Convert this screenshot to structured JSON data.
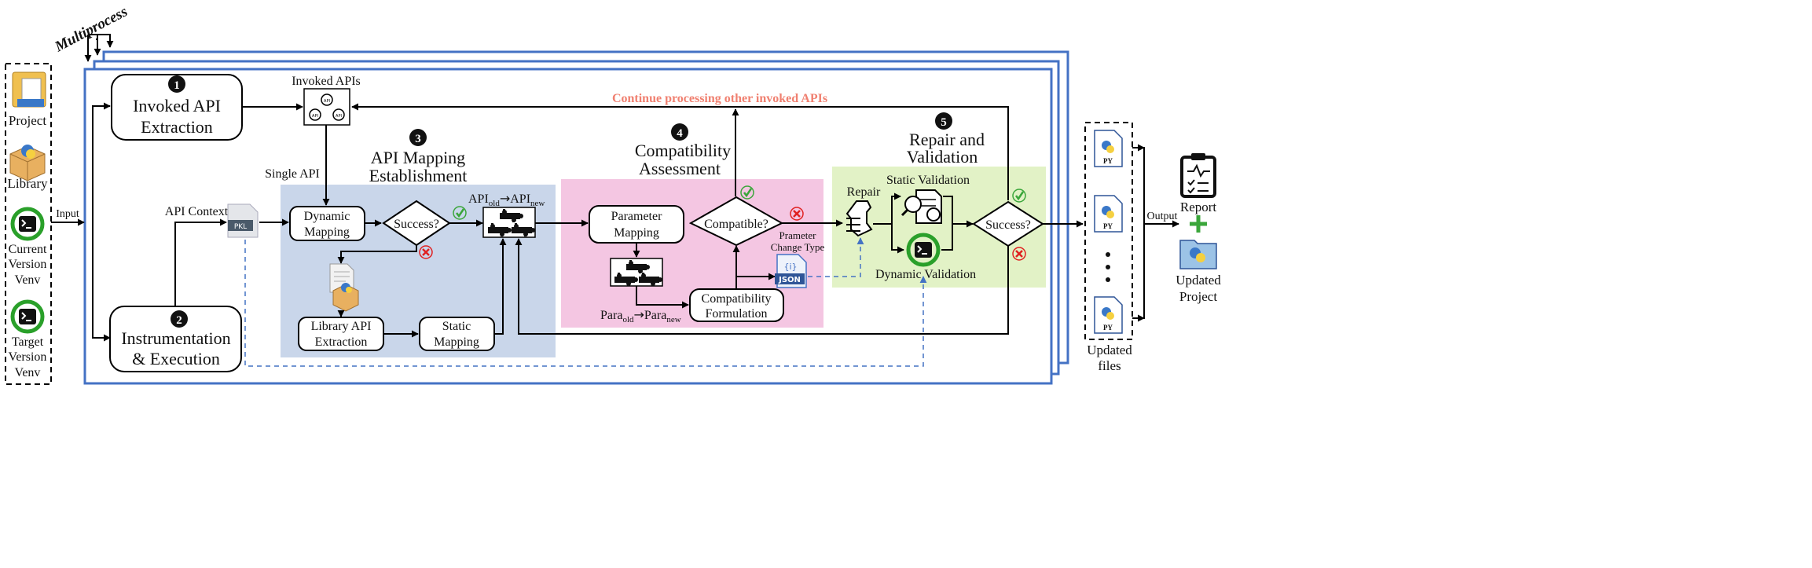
{
  "labels": {
    "multiprocess": "Multiprocess",
    "input": "Input",
    "output": "Output",
    "continue_note": "Continue processing other invoked APIs",
    "invoked_apis": "Invoked APIs",
    "single_api": "Single API",
    "api_context": "API Context",
    "pkl": "PKL",
    "api_badge": "API",
    "json_badge": "JSON",
    "json_brace": "{i}",
    "py": "PY",
    "api_old_prefix": "API",
    "api_old_sub": "old",
    "arrow_glyph": "→",
    "api_new_prefix": "API",
    "api_new_sub": "new",
    "para_old_prefix": "Para",
    "para_old_sub": "old",
    "para_new_prefix": "Para",
    "para_new_sub": "new",
    "prameter_change_type_1": "Prameter",
    "prameter_change_type_2": "Change Type"
  },
  "inputs": {
    "project": "Project",
    "library": "Library",
    "current_venv": [
      "Current",
      "Version",
      "Venv"
    ],
    "target_venv": [
      "Target",
      "Version",
      "Venv"
    ]
  },
  "steps": {
    "step1": {
      "num": "1",
      "line1": "Invoked API",
      "line2": "Extraction"
    },
    "step2": {
      "num": "2",
      "line1": "Instrumentation",
      "line2": "& Execution"
    },
    "step3": {
      "num": "3",
      "line1": "API Mapping",
      "line2": "Establishment"
    },
    "step4": {
      "num": "4",
      "line1": "Compatibility",
      "line2": "Assessment"
    },
    "step5": {
      "num": "5",
      "line1": "Repair and",
      "line2": "Validation"
    }
  },
  "nodes": {
    "dynamic_mapping": [
      "Dynamic",
      "Mapping"
    ],
    "success_3": "Success?",
    "library_api_extraction": [
      "Library API",
      "Extraction"
    ],
    "static_mapping": [
      "Static",
      "Mapping"
    ],
    "parameter_mapping": [
      "Parameter",
      "Mapping"
    ],
    "compatible": "Compatible?",
    "compatibility_formulation": [
      "Compatibility",
      "Formulation"
    ],
    "repair": "Repair",
    "static_validation": "Static Validation",
    "dynamic_validation": "Dynamic Validation",
    "success_5": "Success?"
  },
  "outputs": {
    "updated_files": [
      "Updated",
      "files"
    ],
    "report": "Report",
    "updated_project": [
      "Updated",
      "Project"
    ]
  },
  "colors": {
    "frame_blue": "#4472c4",
    "stage3_bg": "#c9d6ea",
    "stage4_bg": "#f4c6e2",
    "stage5_bg": "#e2f2c6",
    "continue_red": "#f08070",
    "check_green": "#3aa63a",
    "cross_red": "#e02020",
    "dashed_blue": "#4472c4"
  }
}
